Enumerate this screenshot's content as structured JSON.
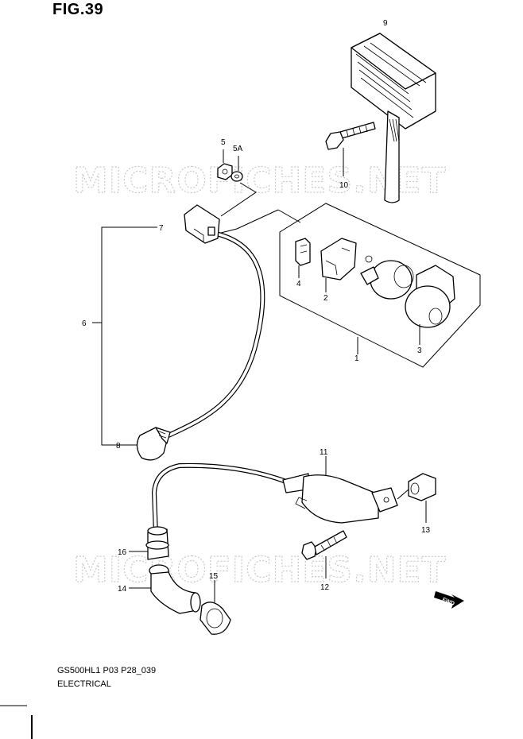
{
  "figure": {
    "title": "FIG.39",
    "caption_line1": "GS500HL1 P03 P28_039",
    "caption_line2": "ELECTRICAL",
    "watermark": "MICROFICHES.NET"
  },
  "callouts": {
    "c1": "1",
    "c2": "2",
    "c3": "3",
    "c4": "4",
    "c5": "5",
    "c5a": "5A",
    "c6": "6",
    "c7": "7",
    "c8": "8",
    "c9": "9",
    "c10": "10",
    "c11": "11",
    "c12": "12",
    "c13": "13",
    "c14": "14",
    "c15": "15",
    "c16": "16"
  },
  "fwd_mark": "FWD"
}
